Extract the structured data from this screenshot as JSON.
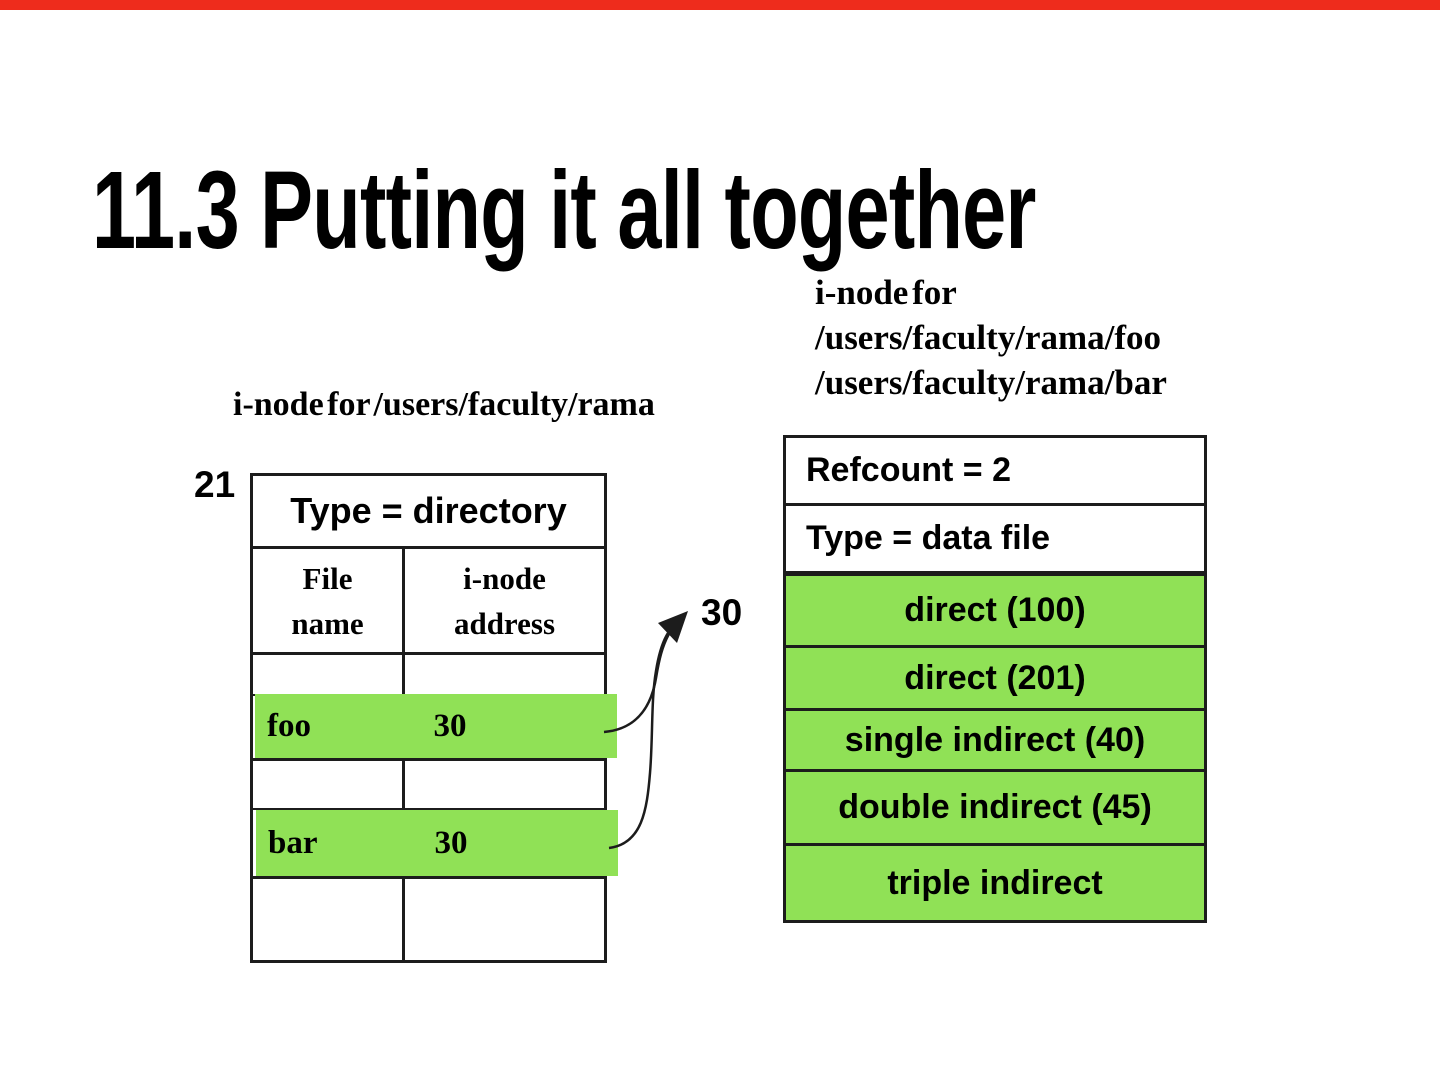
{
  "colors": {
    "top_bar": "#ee2c1c",
    "highlight_green": "#90e156",
    "border": "#1c1c1c"
  },
  "title": "11.3 Putting it all together",
  "left_diagram": {
    "heading": "i-node for /users/faculty/rama",
    "inode_number": "21",
    "type_row": "Type = directory",
    "columns": [
      "File\nname",
      "i-node\naddress"
    ],
    "rows": [
      {
        "name": "",
        "addr": "",
        "highlight": false
      },
      {
        "name": "foo",
        "addr": "30",
        "highlight": true
      },
      {
        "name": "",
        "addr": "",
        "highlight": false
      },
      {
        "name": "bar",
        "addr": "30",
        "highlight": true
      },
      {
        "name": "",
        "addr": "",
        "highlight": false
      }
    ]
  },
  "pointer": {
    "label": "30"
  },
  "right_diagram": {
    "heading": "i-node for\n/users/faculty/rama/foo\n/users/faculty/rama/bar",
    "rows": [
      {
        "text": "Refcount = 2",
        "highlight": false
      },
      {
        "text": "Type = data file",
        "highlight": false
      },
      {
        "text": "direct (100)",
        "highlight": true
      },
      {
        "text": "direct (201)",
        "highlight": true
      },
      {
        "text": "single indirect (40)",
        "highlight": true
      },
      {
        "text": "double indirect (45)",
        "highlight": true
      },
      {
        "text": "triple indirect",
        "highlight": true
      }
    ]
  }
}
